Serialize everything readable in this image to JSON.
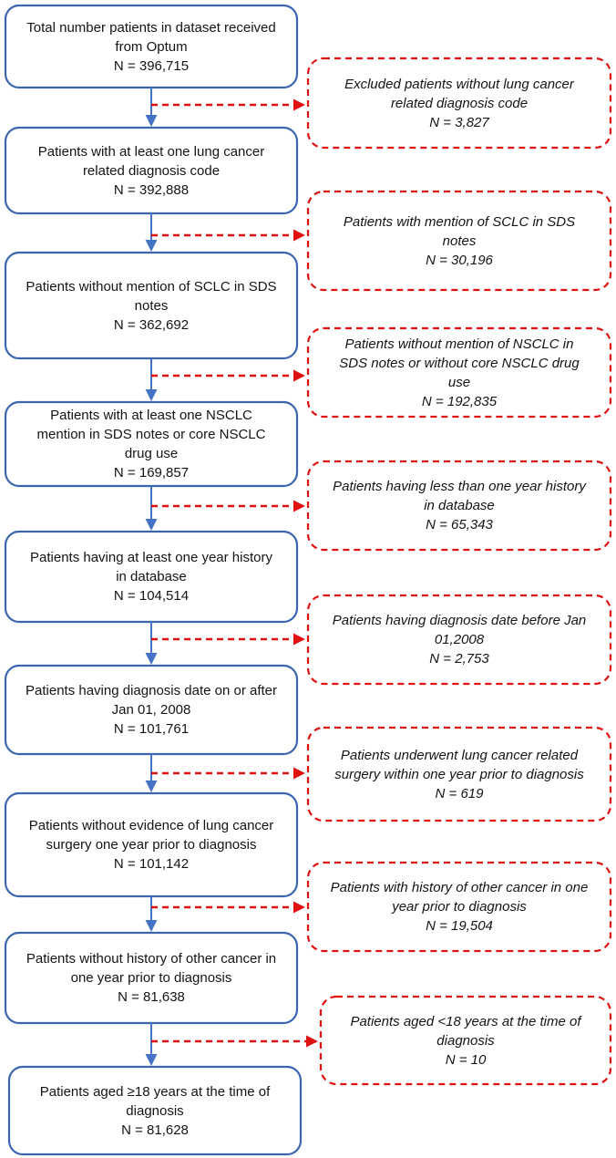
{
  "diagram": {
    "type": "patient-flow-chart",
    "colors": {
      "inclusion_box_border": "#3b66ae",
      "flow_arrow_blue": "#4472c4",
      "exclusion_red": "#e01111",
      "text": "#141414",
      "background": "#ffffff"
    },
    "steps": [
      {
        "label": "Total number patients in dataset received from Optum",
        "n": "N = 396,715"
      },
      {
        "label": "Patients with at least one lung cancer related diagnosis code",
        "n": "N = 392,888"
      },
      {
        "label": "Patients without mention of SCLC in SDS notes",
        "n": "N = 362,692"
      },
      {
        "label": "Patients with at least one NSCLC mention in SDS notes or core NSCLC drug use",
        "n": "N = 169,857"
      },
      {
        "label": "Patients having at least one year history in database",
        "n": "N = 104,514"
      },
      {
        "label": "Patients having diagnosis date on or after Jan 01, 2008",
        "n": "N = 101,761"
      },
      {
        "label": "Patients without evidence of lung cancer surgery one year prior to diagnosis",
        "n": "N = 101,142"
      },
      {
        "label": "Patients without history of other cancer in one year prior to diagnosis",
        "n": "N = 81,638"
      },
      {
        "label": "Patients aged ≥18 years at the time of diagnosis",
        "n": "N = 81,628"
      }
    ],
    "exclusions": [
      {
        "label": "Excluded patients without lung cancer related diagnosis code",
        "n": "N = 3,827"
      },
      {
        "label": "Patients with mention of SCLC in SDS notes",
        "n": "N = 30,196"
      },
      {
        "label": "Patients without mention of NSCLC in SDS notes or without core NSCLC drug use",
        "n": "N = 192,835"
      },
      {
        "label": "Patients having less than one year history in database",
        "n": "N = 65,343"
      },
      {
        "label": "Patients having diagnosis date before Jan 01,2008",
        "n": "N = 2,753"
      },
      {
        "label": "Patients underwent lung cancer related surgery within one year prior to diagnosis",
        "n": "N = 619"
      },
      {
        "label": "Patients with history of other cancer in one year prior to diagnosis",
        "n": "N = 19,504"
      },
      {
        "label": "Patients aged <18 years at the time of diagnosis",
        "n": "N = 10"
      }
    ]
  }
}
